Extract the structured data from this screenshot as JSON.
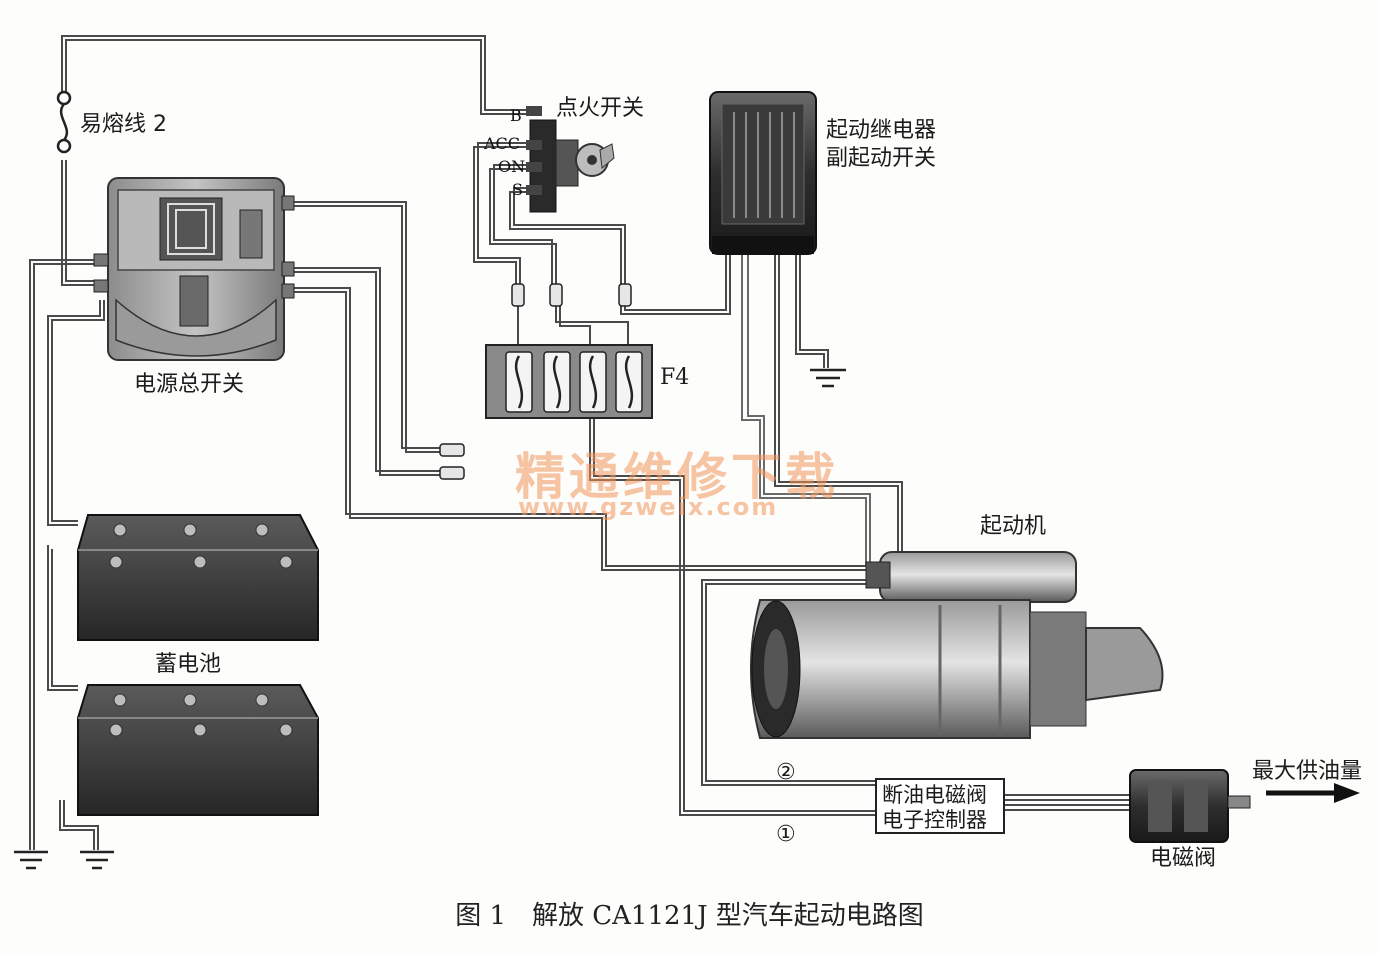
{
  "labels": {
    "fuse_link": "易熔线 2",
    "ignition_switch": "点火开关",
    "start_relay_line1": "起动继电器",
    "start_relay_line2": "副起动开关",
    "master_switch": "电源总开关",
    "fuse_box": "F4",
    "starter_motor": "起动机",
    "battery": "蓄电池",
    "max_fuel": "最大供油量",
    "controller_line1": "断油电磁阀",
    "controller_line2": "电子控制器",
    "solenoid_valve": "电磁阀",
    "marker_2": "②",
    "marker_1": "①"
  },
  "ignition_terminals": {
    "b": "B",
    "acc": "ACC",
    "on": "ON",
    "s": "S"
  },
  "caption": {
    "figure_no": "图 1",
    "title": "解放 CA1121J 型汽车起动电路图"
  },
  "watermark": {
    "line1": "精通维修下载",
    "line2": "www.gzweix.com"
  },
  "colors": {
    "wire": "#555555",
    "watermark": "#f0965a"
  }
}
